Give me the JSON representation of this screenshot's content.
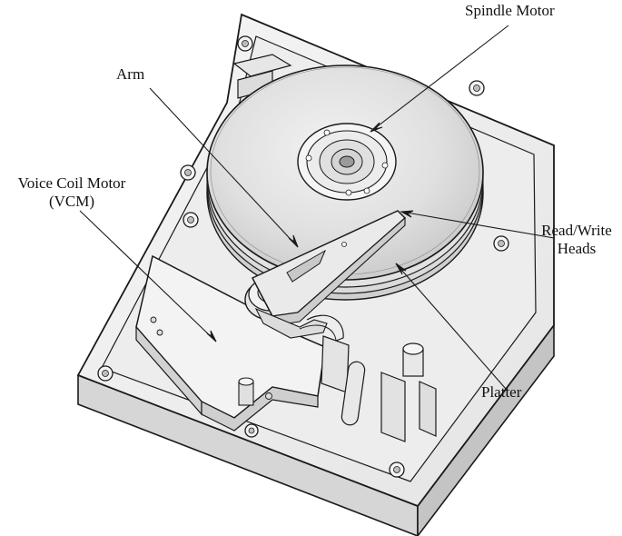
{
  "labels": {
    "spindle_motor": "Spindle Motor",
    "arm": "Arm",
    "vcm_line1": "Voice Coil Motor",
    "vcm_line2": "(VCM)",
    "read_write_line1": "Read/Write",
    "read_write_line2": "Heads",
    "platter": "Platter"
  },
  "colors": {
    "outline": "#1a1a1a",
    "body_fill": "#eeeeee",
    "platter_fill": "#e2e2e2",
    "side_fill": "#cfcfcf"
  }
}
